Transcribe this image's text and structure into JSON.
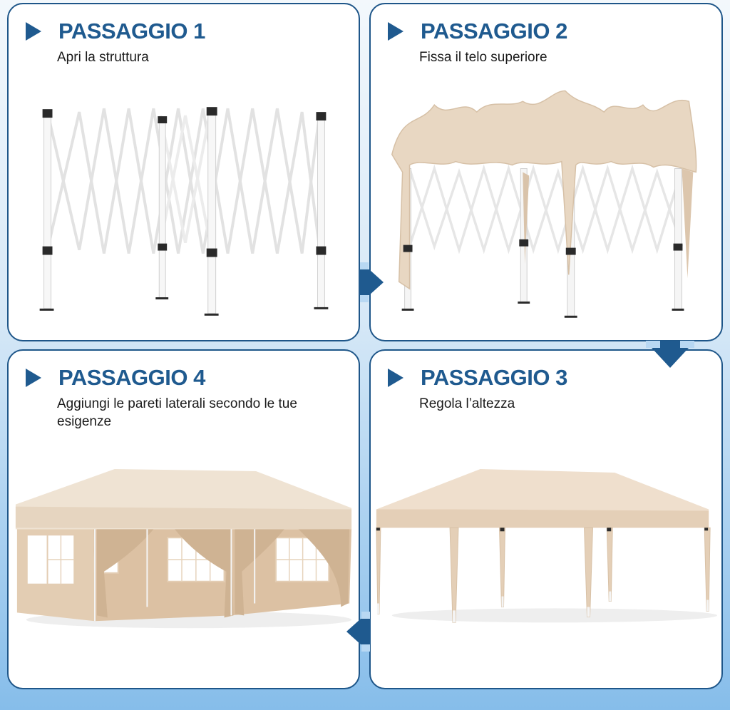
{
  "steps": [
    {
      "id": "p1",
      "title": "PASSAGGIO 1",
      "subtitle": "Apri la struttura",
      "illustration": "folded-steel-frame"
    },
    {
      "id": "p2",
      "title": "PASSAGGIO 2",
      "subtitle": "Fissa il telo superiore",
      "illustration": "frame-with-draped-canopy"
    },
    {
      "id": "p3",
      "title": "PASSAGGIO 3",
      "subtitle": "Regola l’altezza",
      "illustration": "gazebo-standing-beige"
    },
    {
      "id": "p4",
      "title": "PASSAGGIO 4",
      "subtitle": "Aggiungi le pareti laterali secondo le tue esigenze",
      "illustration": "gazebo-with-sidewalls"
    }
  ],
  "connectors": [
    {
      "from": "PASSAGGIO 1",
      "to": "PASSAGGIO 2",
      "direction": "right"
    },
    {
      "from": "PASSAGGIO 2",
      "to": "PASSAGGIO 3",
      "direction": "down"
    },
    {
      "from": "PASSAGGIO 3",
      "to": "PASSAGGIO 4",
      "direction": "left"
    }
  ],
  "colors": {
    "accent": "#1f5a8f",
    "border": "#1e5689",
    "panel": "#ffffff",
    "background_top": "#f3f8fc",
    "background_bottom": "#86bdea",
    "canopy": "#e9d8c4",
    "canopy_shadow": "#d8c2a8",
    "frame": "#f4f4f4",
    "text": "#1a1a1a"
  }
}
